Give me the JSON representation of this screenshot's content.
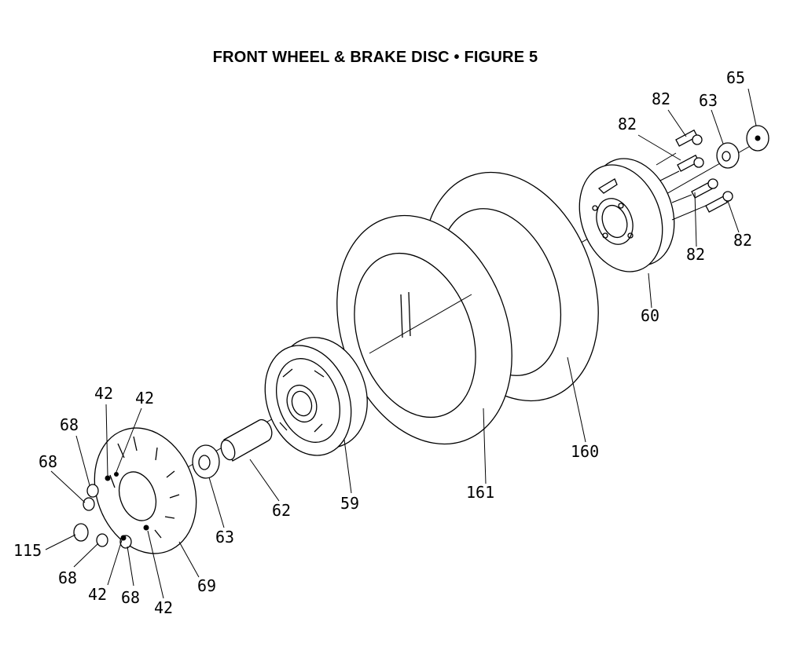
{
  "title": "FRONT WHEEL & BRAKE DISC  •  FIGURE 5",
  "callouts": {
    "c65": "65",
    "c82a": "82",
    "c63a": "63",
    "c82b": "82",
    "c82c": "82",
    "c82d": "82",
    "c60": "60",
    "c160": "160",
    "c161": "161",
    "c59": "59",
    "c62": "62",
    "c63b": "63",
    "c69": "69",
    "c42a": "42",
    "c42b": "42",
    "c42c": "42",
    "c42d": "42",
    "c68a": "68",
    "c68b": "68",
    "c68c": "68",
    "c68d": "68",
    "c115": "115"
  }
}
